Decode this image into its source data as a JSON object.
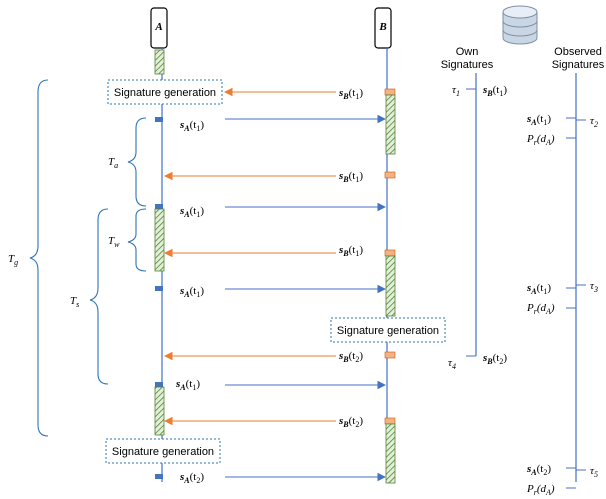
{
  "devices": {
    "a": "A",
    "b": "B"
  },
  "headers": {
    "own": [
      "Own",
      "Signatures"
    ],
    "observed": [
      "Observed",
      "Signatures"
    ]
  },
  "sig_gen": "Signature generation",
  "msgs": {
    "sB": "s",
    "sA": "s",
    "sub_B": "B",
    "sub_A": "A",
    "t1": "(t",
    "t1_sub": "1",
    "t2_sub": "2",
    "close": ")"
  },
  "periods": {
    "Ta": "T",
    "Ta_sub": "a",
    "Tw": "T",
    "Tw_sub": "w",
    "Ts": "T",
    "Ts_sub": "s",
    "Tg": "T",
    "Tg_sub": "g"
  },
  "tau": {
    "sym": "τ",
    "s1": "1",
    "s2": "2",
    "s3": "3",
    "s4": "4",
    "s5": "5"
  },
  "pr": {
    "P": "P",
    "r": "r",
    "dA": "(d",
    "dA_sub": "A",
    "close": ")"
  },
  "colors": {
    "blue": "#4472c4",
    "orange": "#ed7d31",
    "green": "#70ad47",
    "brace": "#2e75b6"
  }
}
